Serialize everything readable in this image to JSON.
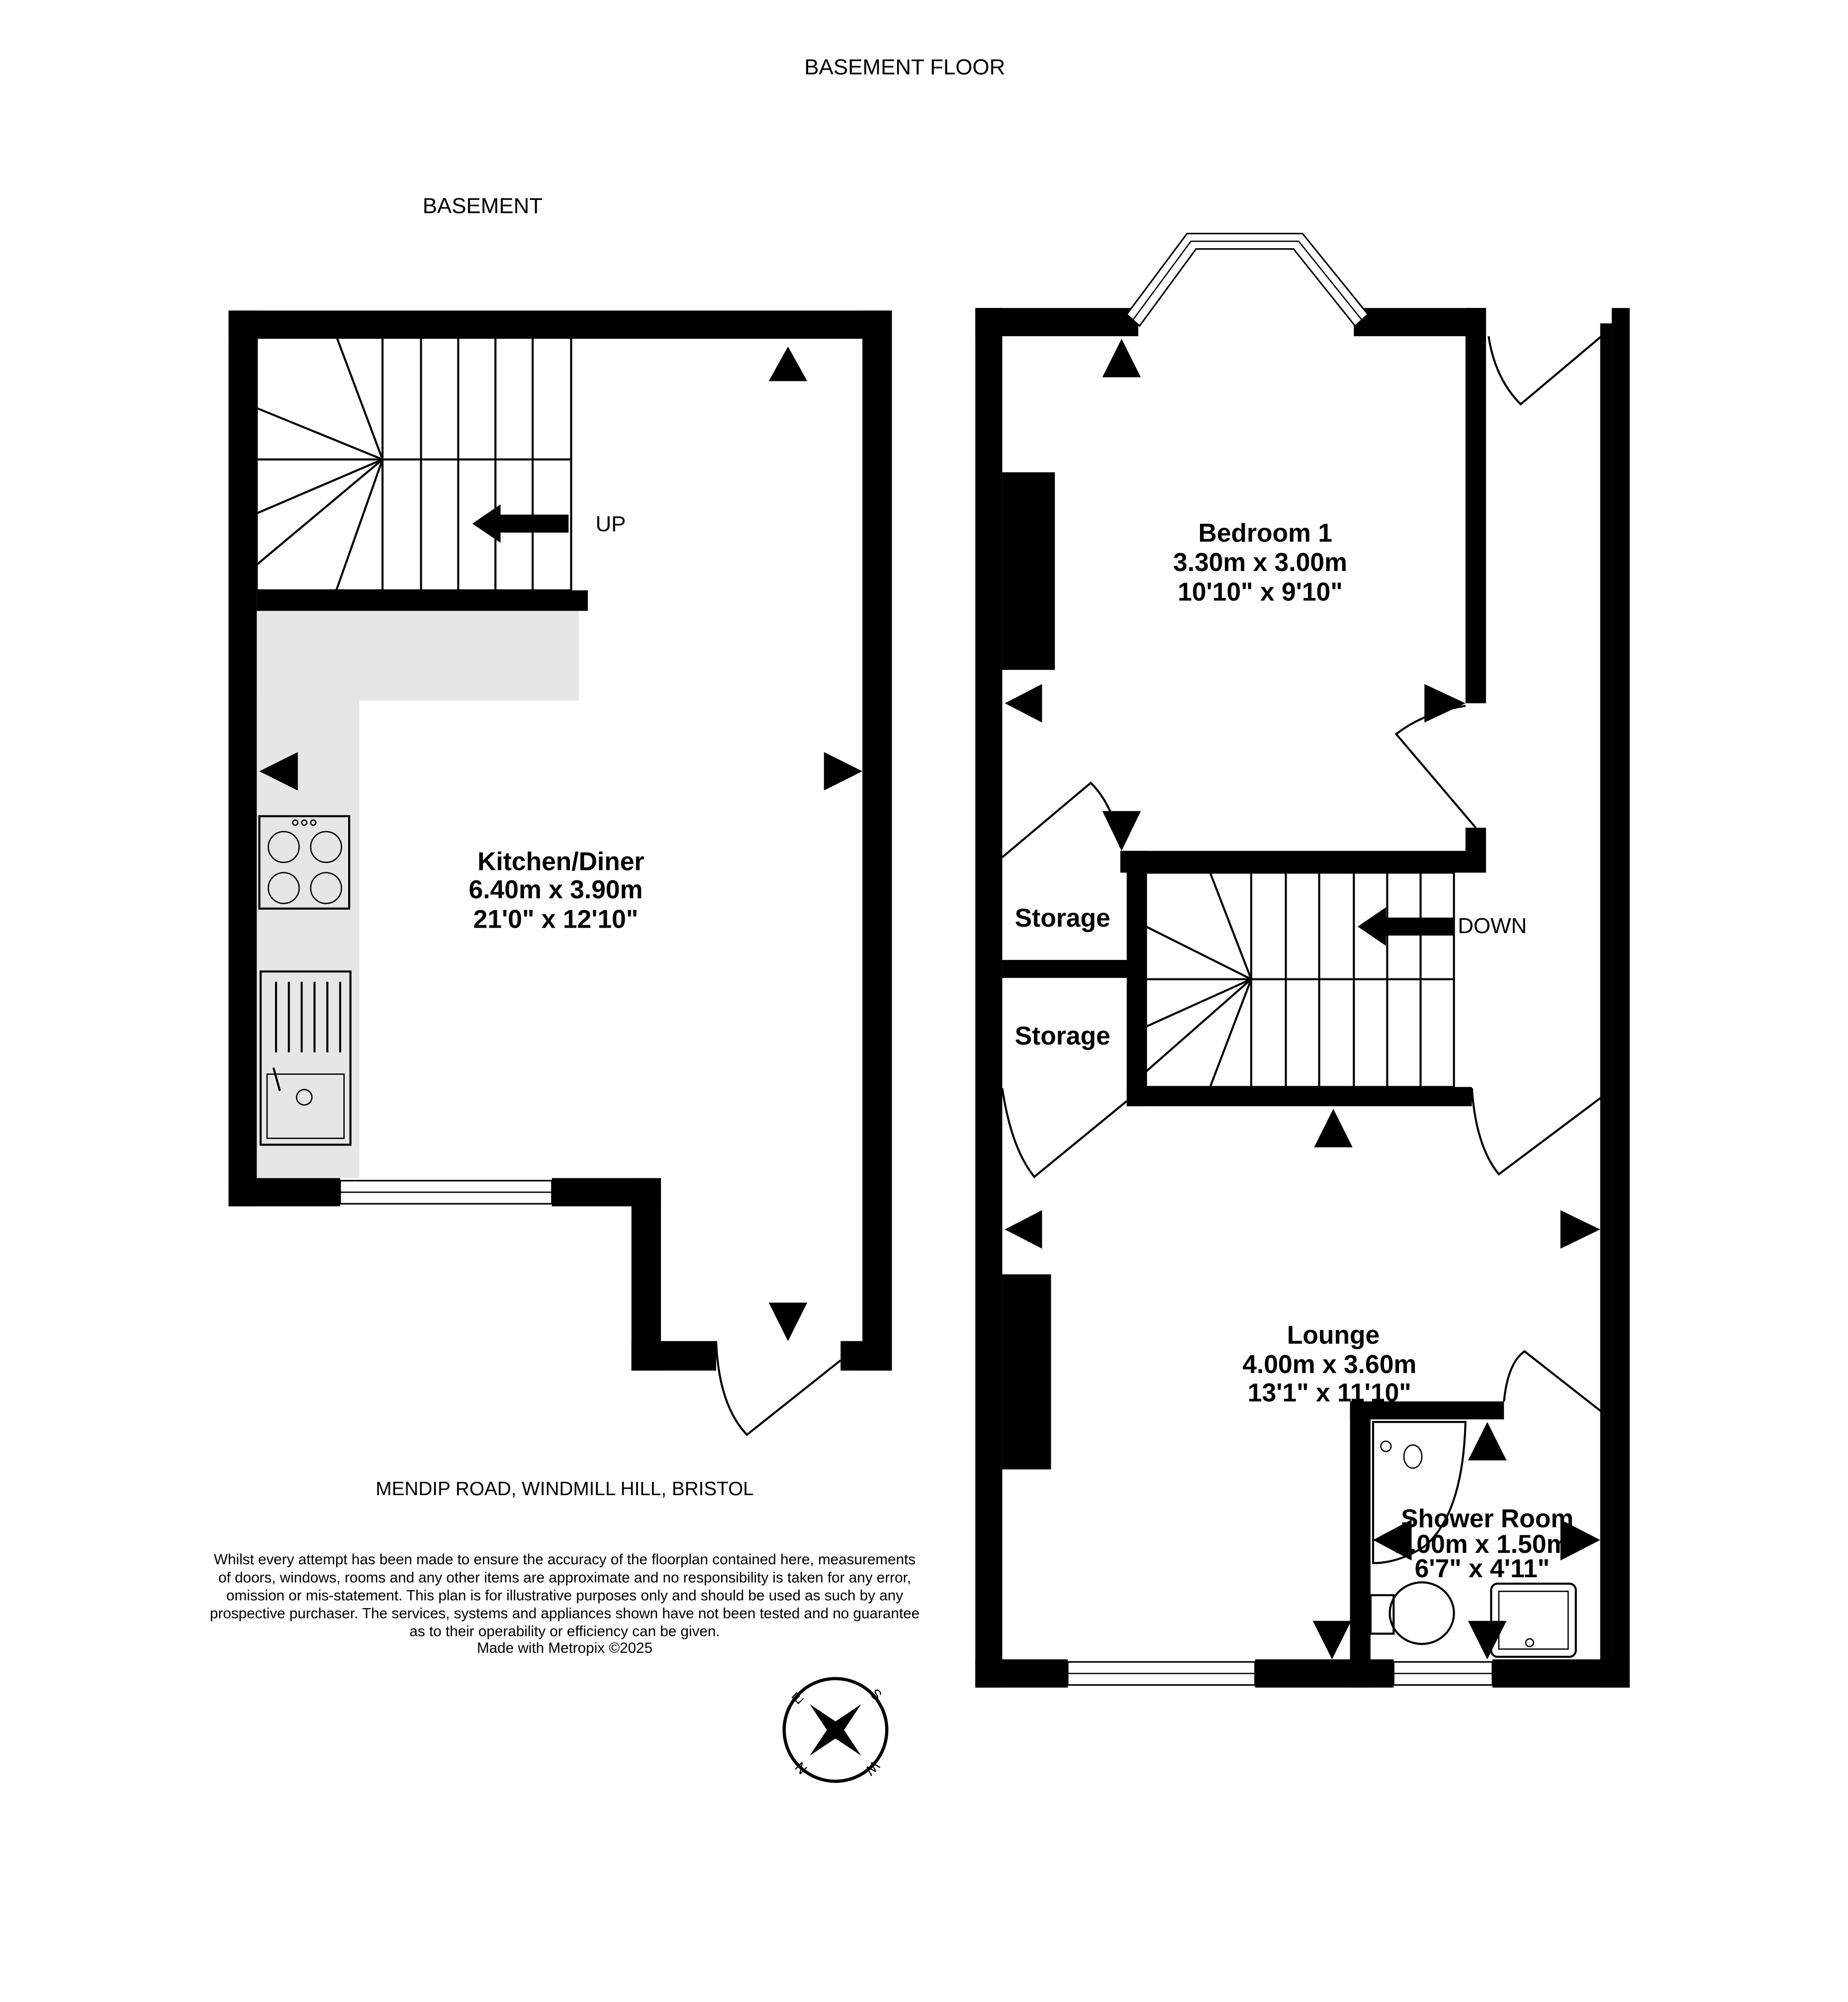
{
  "title": "BASEMENT FLOOR",
  "basement_label": "BASEMENT",
  "stairs_up_label": "UP",
  "stairs_down_label": "DOWN",
  "rooms": {
    "kitchen": {
      "name": "Kitchen/Diner",
      "metric": "6.40m  x 3.90m",
      "imperial": "21'0\"  x 12'10\""
    },
    "bedroom1": {
      "name": "Bedroom 1",
      "metric": "3.30m  x 3.00m",
      "imperial": "10'10\"  x 9'10\""
    },
    "storage1": {
      "name": "Storage"
    },
    "storage2": {
      "name": "Storage"
    },
    "lounge": {
      "name": "Lounge",
      "metric": "4.00m  x 3.60m",
      "imperial": "13'1\"  x 11'10\""
    },
    "shower": {
      "name": "Shower Room",
      "metric": "2.00m  x 1.50m",
      "imperial": "6'7\"  x 4'11\""
    }
  },
  "address": "MENDIP ROAD, WINDMILL HILL, BRISTOL",
  "disclaimer": [
    "Whilst every attempt has been made to ensure the accuracy of the floorplan contained here, measurements",
    "of doors, windows, rooms and any other items are approximate and no responsibility is taken for any error,",
    "omission or mis-statement. This plan is for illustrative purposes only and should be used as such by any",
    "prospective purchaser. The services, systems and appliances shown have not been tested and no guarantee",
    "as to their operability or efficiency can be given.",
    "Made with Metropix ©2025"
  ],
  "compass": {
    "n": "N",
    "e": "E",
    "s": "S",
    "w": "W"
  },
  "colors": {
    "wall": "#000000",
    "counter": "#e6e6e6"
  }
}
